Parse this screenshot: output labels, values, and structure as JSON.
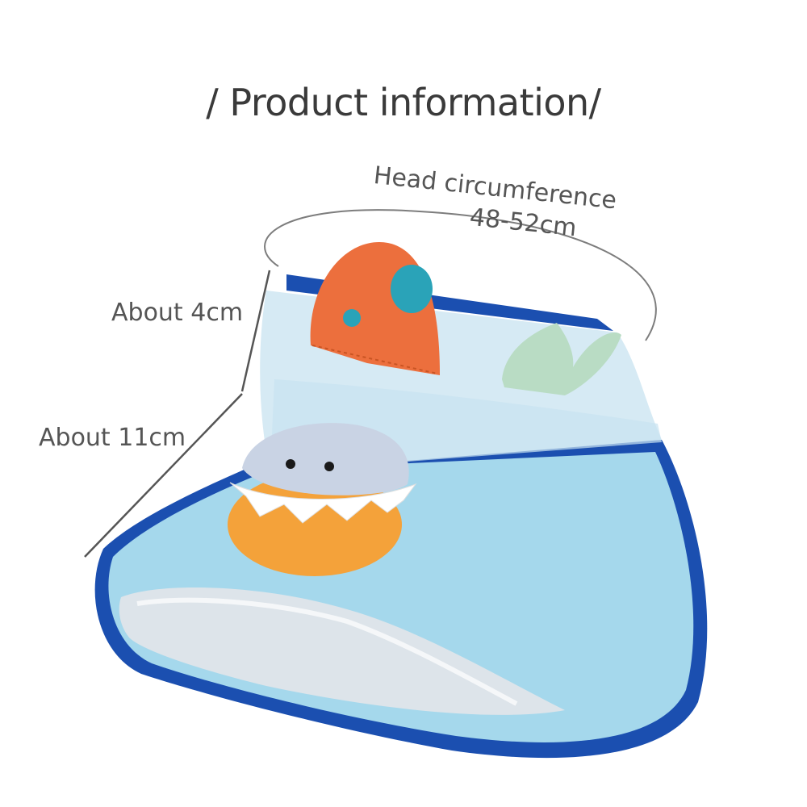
{
  "title": "/ Product information/",
  "dimensions": {
    "head_circumference_label": "Head circumference",
    "head_circumference_value": "48-52cm",
    "band_height": "About 4cm",
    "brim_length": "About 11cm"
  },
  "colors": {
    "brim_blue": "#9fd6ea",
    "band_light": "#d9ecf5",
    "trim_navy": "#1b4fb0",
    "horn_orange": "#ec6f3d",
    "spot_teal": "#2aa3b8",
    "fin_green": "#b9dcc4",
    "shark_face": "#c9d3e4",
    "shark_belly": "#f4a23a"
  }
}
